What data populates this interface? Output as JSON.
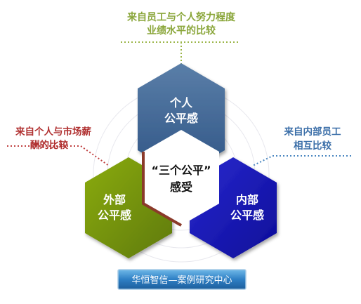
{
  "annotations": {
    "top_line1": "来自员工与个人努力程度",
    "top_line2": "业绩水平的比较",
    "left_line1": "来自个人与市场薪",
    "left_line2": "酬的比较",
    "right_line1": "来自内部员工",
    "right_line2": "相互比较"
  },
  "hexagons": {
    "top": {
      "line1": "个人",
      "line2": "公平感",
      "color": "#3b5e8c"
    },
    "left": {
      "line1": "外部",
      "line2": "公平感",
      "color": "#78960c"
    },
    "right": {
      "line1": "内部",
      "line2": "公平感",
      "color": "#1717b8"
    },
    "center": {
      "line1": "“三个公平”",
      "line2": "感受"
    }
  },
  "colors": {
    "top_annotation": "#8aa63a",
    "left_annotation": "#b03030",
    "right_annotation": "#3a6ea8",
    "left_border": "#8b3a2a"
  },
  "footer": {
    "label": "华恒智信—案例研究中心"
  }
}
